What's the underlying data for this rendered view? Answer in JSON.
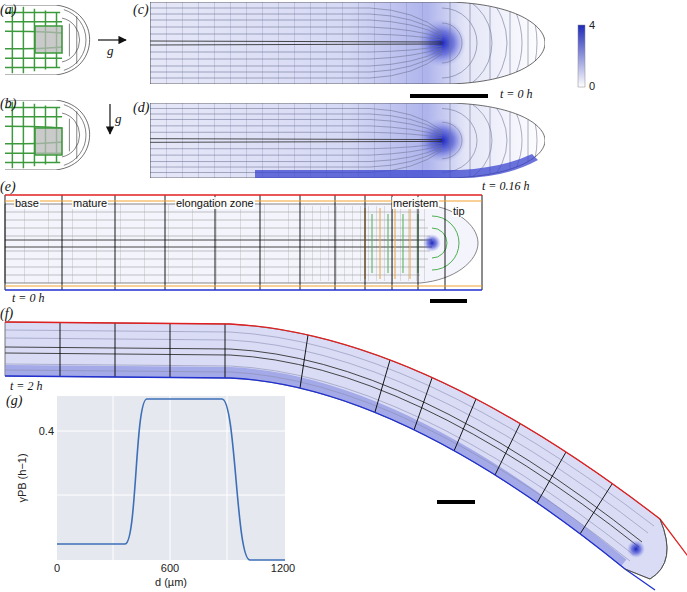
{
  "diagram": {
    "labels": [
      "(a)",
      "g",
      "(b)",
      "g",
      "(c)",
      "4",
      "0",
      "t = 0 h",
      "(d)",
      "t = 0.16 h",
      "(e)",
      "base",
      "mature",
      "elongation zone",
      "meristem",
      "tip",
      "t = 0 h",
      "(f)",
      "t = 2 h",
      "(g)",
      "γPB (h−1)",
      "0.4",
      "0",
      "600",
      "1200",
      "d (µm)"
    ]
  }
}
